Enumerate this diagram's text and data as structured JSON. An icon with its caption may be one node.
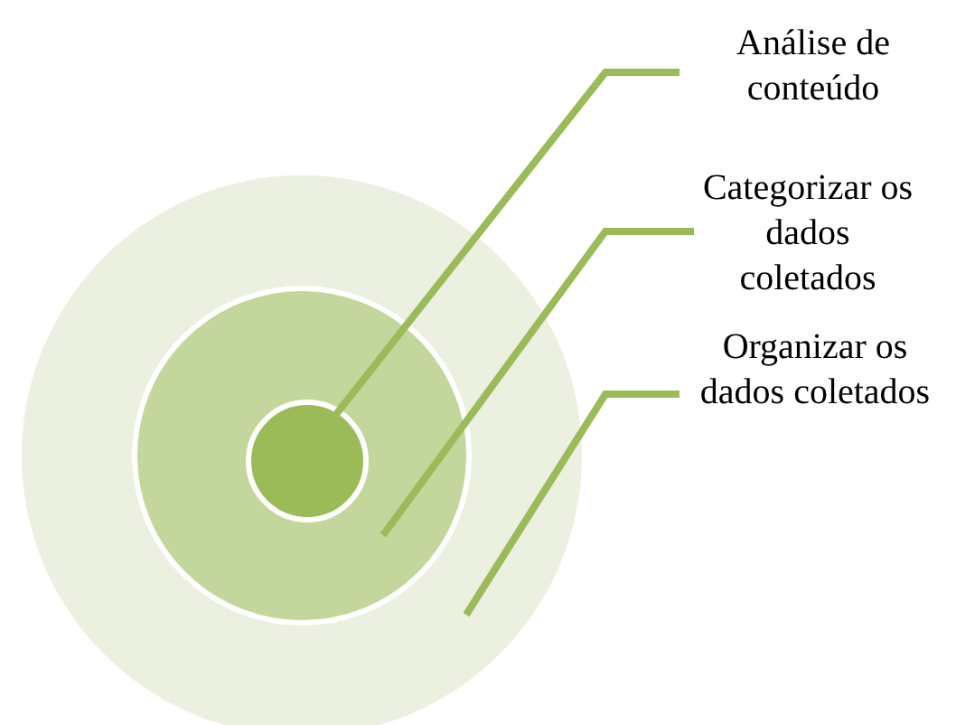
{
  "diagram": {
    "nodes": [
      {
        "text": [
          "Análise de conteúdo"
        ]
      },
      {
        "text": [
          "Categorizar os dados coletados"
        ]
      },
      {
        "text": [
          "Organizar os dados coletados"
        ]
      },
      {
        "text": [],
        "shape": "circle"
      },
      {
        "text": [],
        "shape": "circle",
        "in": 3
      },
      {
        "text": [],
        "shape": "circle",
        "in": 4
      }
    ],
    "edges": [
      {
        "from": 0,
        "to": 5,
        "arrow": "none"
      },
      {
        "from": 1,
        "to": 4,
        "arrow": "none"
      },
      {
        "from": 2,
        "to": 3,
        "arrow": "none"
      }
    ]
  }
}
